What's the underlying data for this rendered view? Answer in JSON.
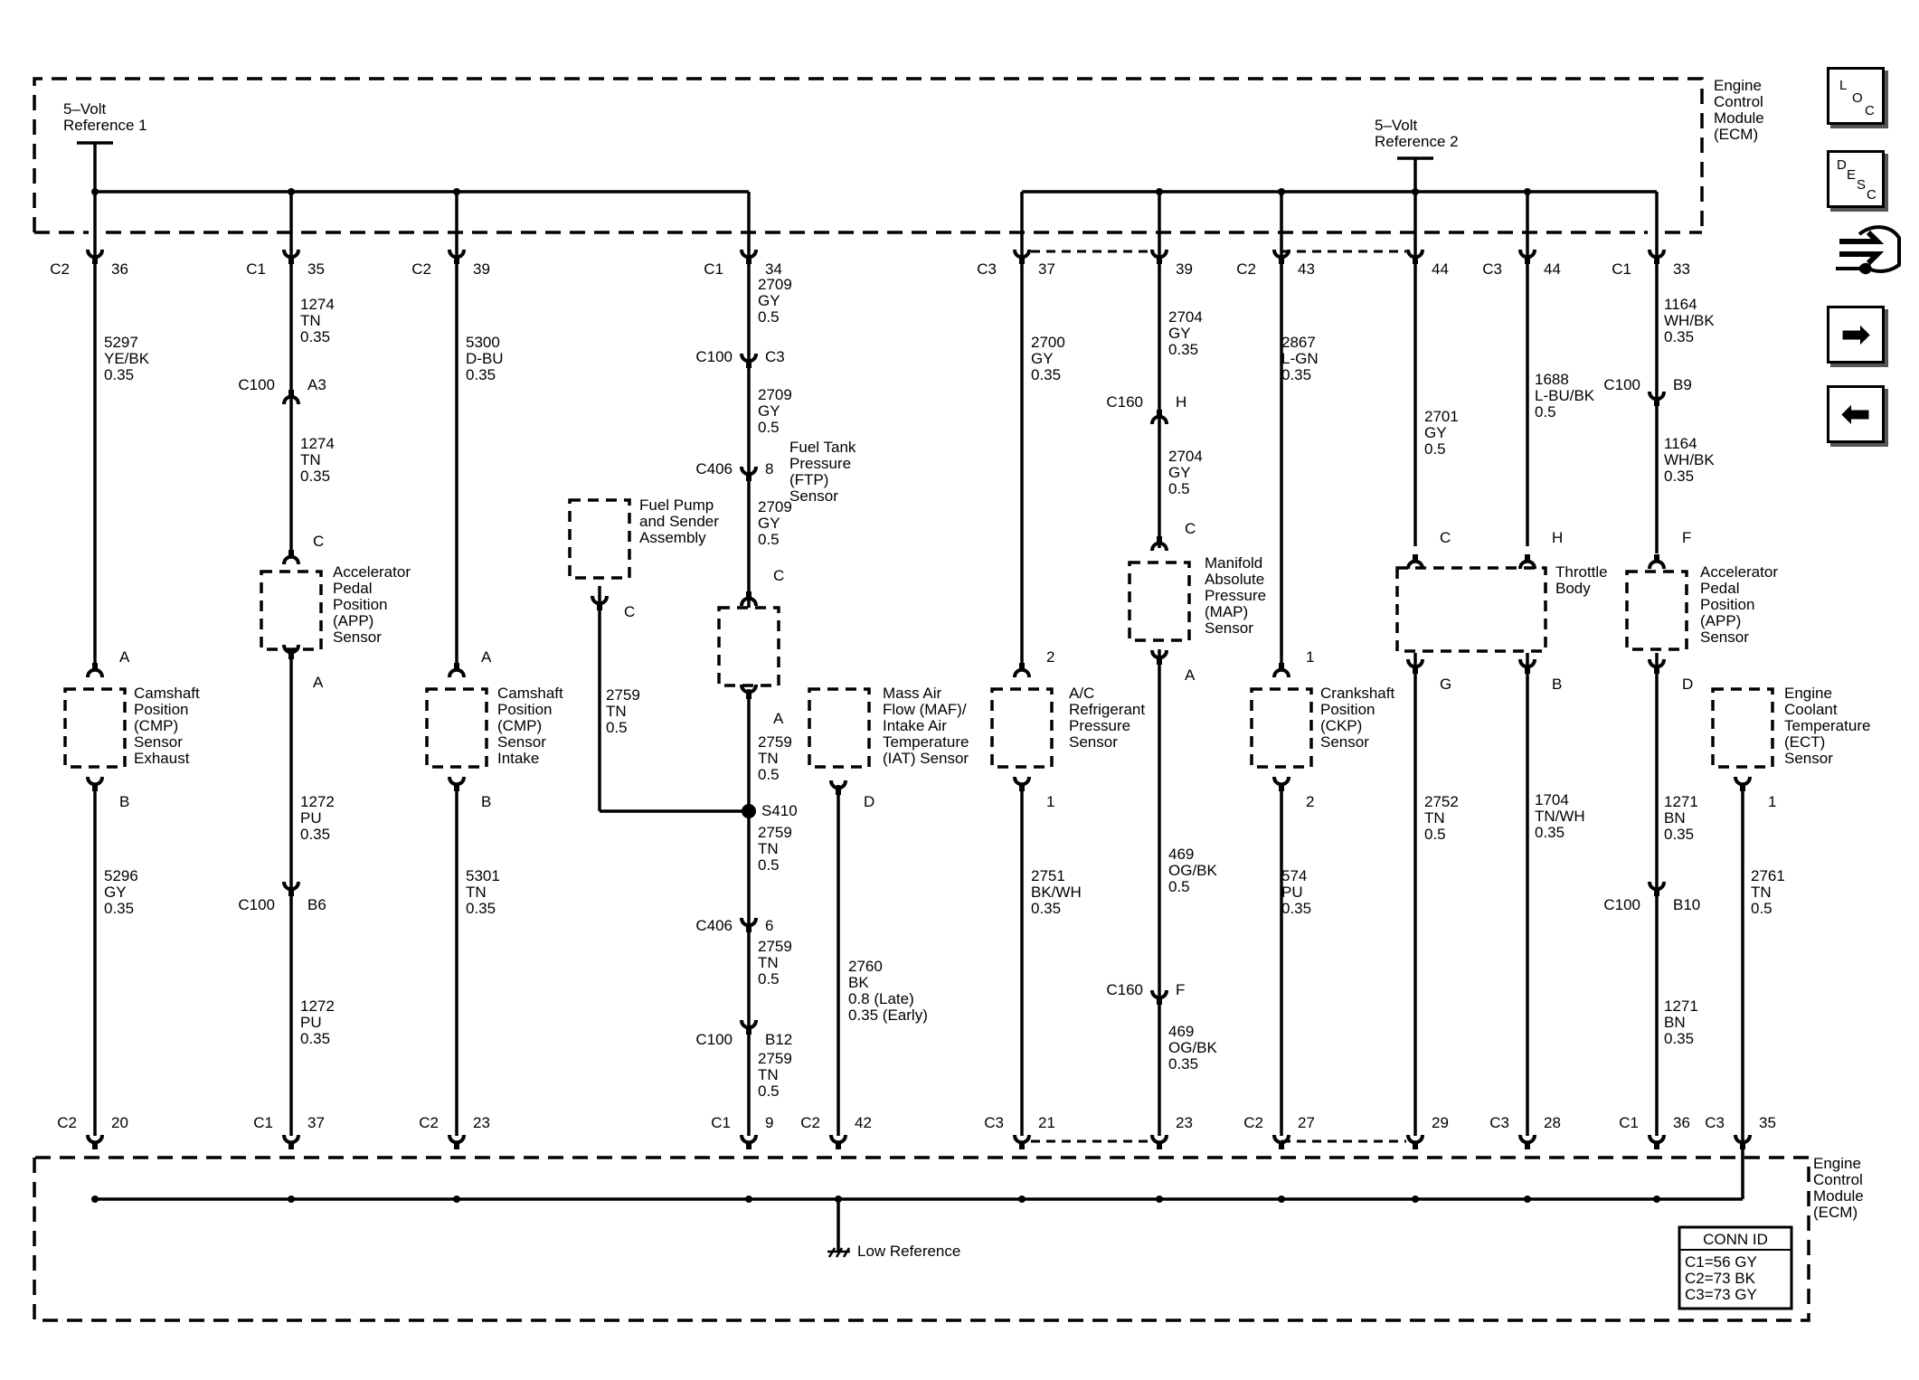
{
  "ecm": {
    "top_label": [
      "Engine",
      "Control",
      "Module",
      "(ECM)"
    ],
    "bottom_label": [
      "Engine",
      "Control",
      "Module",
      "(ECM)"
    ]
  },
  "refs": {
    "ref1": [
      "5–Volt",
      "Reference 1"
    ],
    "ref2": [
      "5–Volt",
      "Reference 2"
    ],
    "low": "Low Reference"
  },
  "conn_id": {
    "title": "CONN ID",
    "rows": [
      "C1=56 GY",
      "C2=73 BK",
      "C3=73 GY"
    ]
  },
  "nav": {
    "loc": [
      "L",
      "O",
      "C"
    ],
    "desc": [
      "D",
      "E",
      "S",
      "C"
    ],
    "next_icon": "arrow-right-icon",
    "prev_icon": "arrow-left-icon",
    "tool_icon": "wrench-hand-icon"
  },
  "top_pins": [
    {
      "conn": "C2",
      "pin": "36"
    },
    {
      "conn": "C1",
      "pin": "35"
    },
    {
      "conn": "C2",
      "pin": "39"
    },
    {
      "conn": "C1",
      "pin": "34"
    },
    {
      "conn": "C3",
      "pin": "37"
    },
    {
      "conn": "",
      "pin": "39"
    },
    {
      "conn": "C2",
      "pin": "43"
    },
    {
      "conn": "",
      "pin": "44"
    },
    {
      "conn": "C3",
      "pin": "44"
    },
    {
      "conn": "C1",
      "pin": "33"
    }
  ],
  "bottom_pins": [
    {
      "conn": "C2",
      "pin": "20"
    },
    {
      "conn": "C1",
      "pin": "37"
    },
    {
      "conn": "C2",
      "pin": "23"
    },
    {
      "conn": "C1",
      "pin": "9"
    },
    {
      "conn": "C2",
      "pin": "42"
    },
    {
      "conn": "C3",
      "pin": "21"
    },
    {
      "conn": "",
      "pin": "23"
    },
    {
      "conn": "C2",
      "pin": "27"
    },
    {
      "conn": "",
      "pin": "29"
    },
    {
      "conn": "C3",
      "pin": "28"
    },
    {
      "conn": "C1",
      "pin": "36"
    },
    {
      "conn": "C3",
      "pin": "35"
    }
  ],
  "inline_connectors": [
    {
      "conn": "C100",
      "pin": "A3"
    },
    {
      "conn": "C100",
      "pin": "B6"
    },
    {
      "conn": "C100",
      "pin": "C3"
    },
    {
      "conn": "C406",
      "pin": "8"
    },
    {
      "conn": "C406",
      "pin": "6"
    },
    {
      "conn": "C100",
      "pin": "B12"
    },
    {
      "conn": "C160",
      "pin": "H"
    },
    {
      "conn": "C160",
      "pin": "F"
    },
    {
      "conn": "C100",
      "pin": "B9"
    },
    {
      "conn": "C100",
      "pin": "B10"
    }
  ],
  "splice": "S410",
  "wires": [
    [
      "5297",
      "YE/BK",
      "0.35"
    ],
    [
      "5296",
      "GY",
      "0.35"
    ],
    [
      "1274",
      "TN",
      "0.35"
    ],
    [
      "1274",
      "TN",
      "0.35"
    ],
    [
      "1272",
      "PU",
      "0.35"
    ],
    [
      "1272",
      "PU",
      "0.35"
    ],
    [
      "5300",
      "D-BU",
      "0.35"
    ],
    [
      "5301",
      "TN",
      "0.35"
    ],
    [
      "2709",
      "GY",
      "0.5"
    ],
    [
      "2709",
      "GY",
      "0.5"
    ],
    [
      "2709",
      "GY",
      "0.5"
    ],
    [
      "2759",
      "TN",
      "0.5"
    ],
    [
      "2759",
      "TN",
      "0.5"
    ],
    [
      "2759",
      "TN",
      "0.5"
    ],
    [
      "2759",
      "TN",
      "0.5"
    ],
    [
      "2759",
      "TN",
      "0.5"
    ],
    [
      "2760",
      "BK",
      "0.8 (Late)",
      "0.35 (Early)"
    ],
    [
      "2700",
      "GY",
      "0.35"
    ],
    [
      "2751",
      "BK/WH",
      "0.35"
    ],
    [
      "2704",
      "GY",
      "0.35"
    ],
    [
      "2704",
      "GY",
      "0.5"
    ],
    [
      "469",
      "OG/BK",
      "0.5"
    ],
    [
      "469",
      "OG/BK",
      "0.35"
    ],
    [
      "2867",
      "L-GN",
      "0.35"
    ],
    [
      "574",
      "PU",
      "0.35"
    ],
    [
      "2701",
      "GY",
      "0.5"
    ],
    [
      "2752",
      "TN",
      "0.5"
    ],
    [
      "1688",
      "L-BU/BK",
      "0.5"
    ],
    [
      "1704",
      "TN/WH",
      "0.35"
    ],
    [
      "1164",
      "WH/BK",
      "0.35"
    ],
    [
      "1164",
      "WH/BK",
      "0.35"
    ],
    [
      "1271",
      "BN",
      "0.35"
    ],
    [
      "1271",
      "BN",
      "0.35"
    ],
    [
      "2761",
      "TN",
      "0.5"
    ]
  ],
  "components": [
    {
      "label": [
        "Camshaft",
        "Position",
        "(CMP)",
        "Sensor",
        "Exhaust"
      ],
      "pins": [
        "A",
        "B"
      ]
    },
    {
      "label": [
        "Accelerator",
        "Pedal",
        "Position",
        "(APP)",
        "Sensor"
      ],
      "pins": [
        "C",
        "A"
      ]
    },
    {
      "label": [
        "Camshaft",
        "Position",
        "(CMP)",
        "Sensor",
        "Intake"
      ],
      "pins": [
        "A",
        "B"
      ]
    },
    {
      "label": [
        "Fuel Pump",
        "and Sender",
        "Assembly"
      ],
      "pins": [
        "C"
      ]
    },
    {
      "label": [
        "Fuel Tank",
        "Pressure",
        "(FTP)",
        "Sensor"
      ],
      "pins": [
        "C",
        "A"
      ]
    },
    {
      "label": [
        "Mass Air",
        "Flow (MAF)/",
        "Intake Air",
        "Temperature",
        "(IAT) Sensor"
      ],
      "pins": [
        "D"
      ]
    },
    {
      "label": [
        "A/C",
        "Refrigerant",
        "Pressure",
        "Sensor"
      ],
      "pins": [
        "2",
        "1"
      ]
    },
    {
      "label": [
        "Manifold",
        "Absolute",
        "Pressure",
        "(MAP)",
        "Sensor"
      ],
      "pins": [
        "C",
        "A"
      ]
    },
    {
      "label": [
        "Crankshaft",
        "Position",
        "(CKP)",
        "Sensor"
      ],
      "pins": [
        "1",
        "2"
      ]
    },
    {
      "label": [
        "Throttle",
        "Body"
      ],
      "pins": [
        "C",
        "H",
        "G",
        "B"
      ]
    },
    {
      "label": [
        "Accelerator",
        "Pedal",
        "Position",
        "(APP)",
        "Sensor"
      ],
      "pins": [
        "F",
        "D"
      ]
    },
    {
      "label": [
        "Engine",
        "Coolant",
        "Temperature",
        "(ECT)",
        "Sensor"
      ],
      "pins": [
        "1"
      ]
    }
  ]
}
